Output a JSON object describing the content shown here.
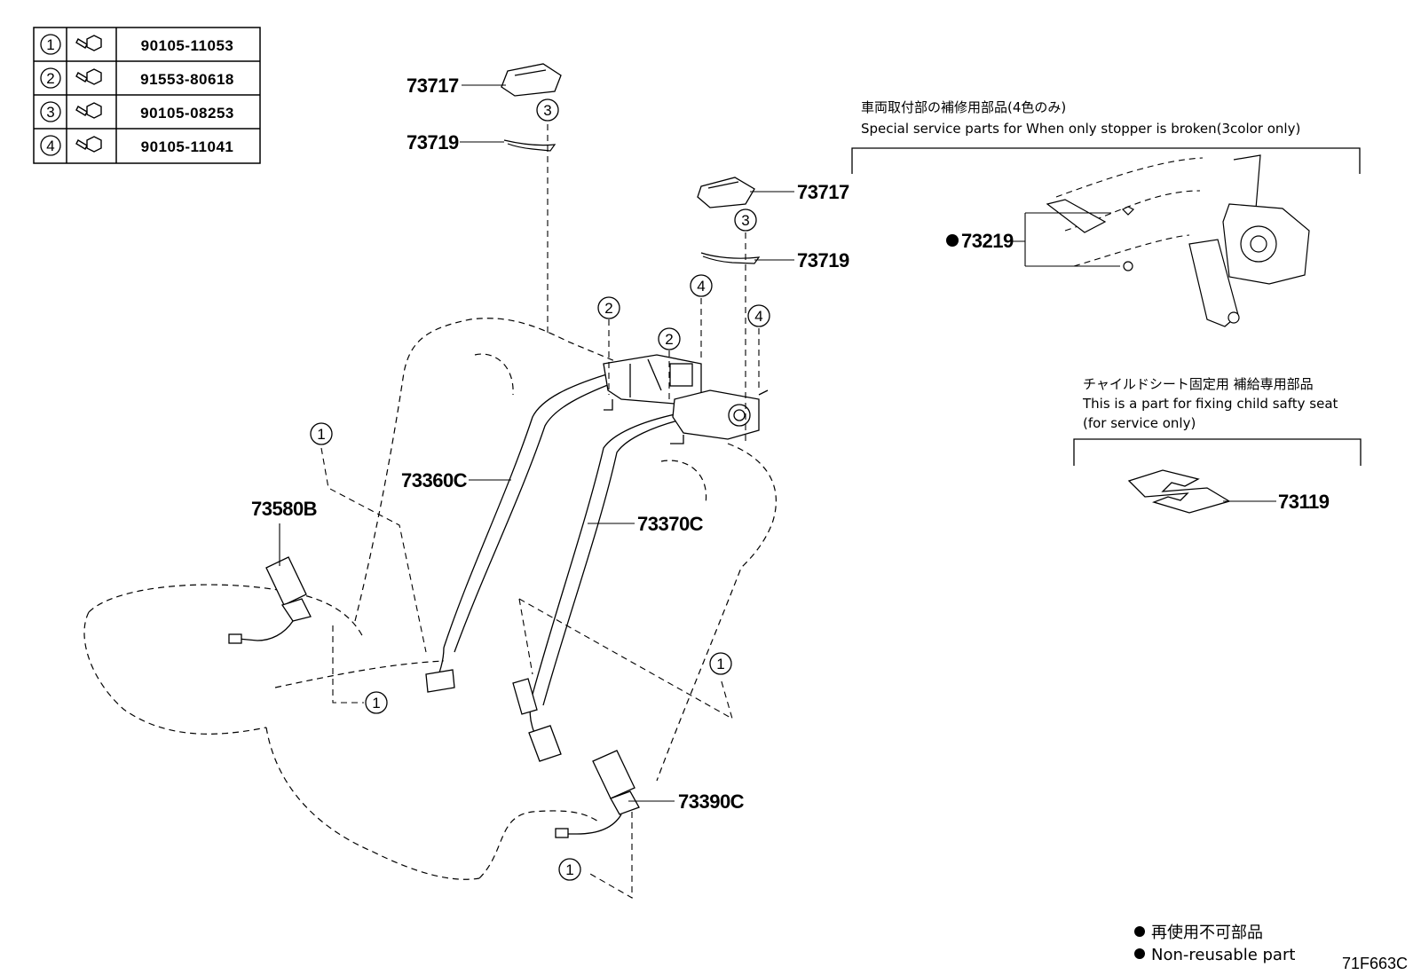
{
  "fastener_table": [
    {
      "key": "①",
      "part": "90105-11053"
    },
    {
      "key": "②",
      "part": "91553-80618"
    },
    {
      "key": "③",
      "part": "90105-08253"
    },
    {
      "key": "④",
      "part": "90105-11041"
    }
  ],
  "callouts": {
    "c1": "1",
    "c2": "2",
    "c3": "3",
    "c4": "4"
  },
  "parts": {
    "p73717_a": "73717",
    "p73719_a": "73719",
    "p73717_b": "73717",
    "p73719_b": "73719",
    "p73360C": "73360C",
    "p73370C": "73370C",
    "p73580B": "73580B",
    "p73390C": "73390C",
    "p73219": "73219",
    "p73119": "73119"
  },
  "notes": {
    "stopper_jp": "車両取付部の補修用部品(4色のみ)",
    "stopper_en": "Special service parts for When only stopper is broken(3color only)",
    "child_jp": "チャイルドシート固定用 補給専用部品",
    "child_en1": "This is a part for fixing child safty seat",
    "child_en2": "(for service only)"
  },
  "legend": {
    "jp": "再使用不可部品",
    "en": "Non-reusable part"
  },
  "figure_code": "71F663C"
}
